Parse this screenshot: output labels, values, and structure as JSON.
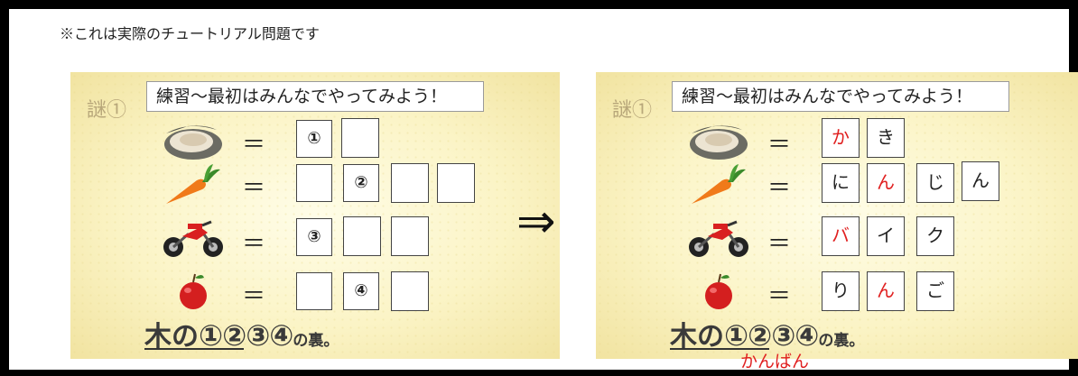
{
  "note": "※これは実際のチュートリアル問題です",
  "arrow": "⇒",
  "panels": [
    {
      "label": "謎①",
      "title": "練習～最初はみんなでやってみよう！",
      "eq": "＝",
      "rows": [
        {
          "icon": "oyster-icon",
          "cells": [
            "①",
            ""
          ]
        },
        {
          "icon": "carrot-icon",
          "cells": [
            "",
            "②",
            "",
            ""
          ]
        },
        {
          "icon": "motorbike-icon",
          "cells": [
            "③",
            "",
            ""
          ]
        },
        {
          "icon": "apple-icon",
          "cells": [
            "",
            "④",
            ""
          ]
        }
      ],
      "footer_main": "木の",
      "footer_circles": "①②③④",
      "footer_tail": "の裏。"
    },
    {
      "label": "謎①",
      "title": "練習～最初はみんなでやってみよう！",
      "eq": "＝",
      "rows": [
        {
          "icon": "oyster-icon",
          "cells": [
            "か",
            "き"
          ]
        },
        {
          "icon": "carrot-icon",
          "cells": [
            "に",
            "ん",
            "じ",
            "ん"
          ]
        },
        {
          "icon": "motorbike-icon",
          "cells": [
            "バ",
            "イ",
            "ク"
          ]
        },
        {
          "icon": "apple-icon",
          "cells": [
            "り",
            "ん",
            "ご"
          ]
        }
      ],
      "footer_main": "木の",
      "footer_circles": "①②③④",
      "footer_tail": "の裏。"
    }
  ],
  "answer": "かんばん",
  "colors": {
    "highlight": "#e02020",
    "panel_bg": "#fbf4c6",
    "frame": "#000000"
  }
}
